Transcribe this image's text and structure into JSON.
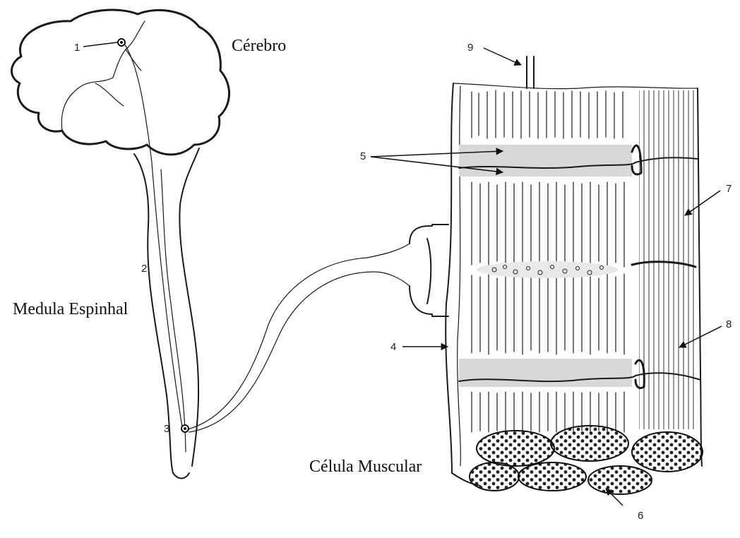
{
  "labels": {
    "brain": "Cérebro",
    "spinal_cord": "Medula Espinhal",
    "muscle_cell": "Célula Muscular"
  },
  "numbers": {
    "n1": "1",
    "n2": "2",
    "n3": "3",
    "n4": "4",
    "n5": "5",
    "n6": "6",
    "n7": "7",
    "n8": "8",
    "n9": "9"
  }
}
